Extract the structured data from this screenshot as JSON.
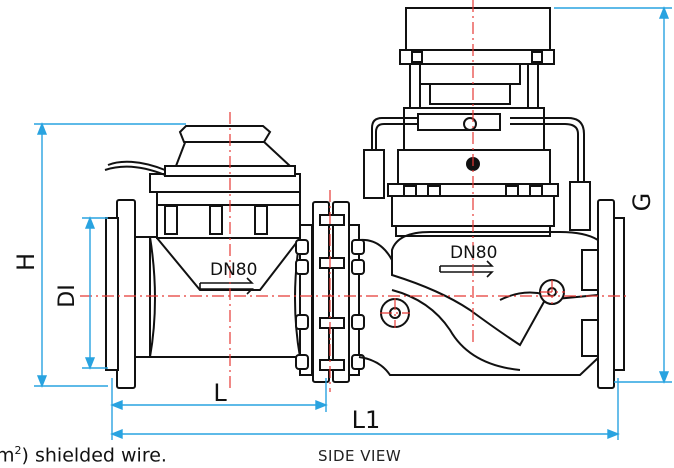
{
  "diagram": {
    "left_meter": {
      "size_label": "DN80"
    },
    "right_valve": {
      "size_label": "DN80"
    },
    "dimensions": {
      "h": "H",
      "dl": "DI",
      "l": "L",
      "l1": "L1",
      "g": "G"
    },
    "view_caption": "SIDE VIEW"
  },
  "text_fragment": {
    "before": "m",
    "sup": "2",
    "after": ") shielded wire."
  },
  "colors": {
    "outline": "#111111",
    "centerline": "#e53935",
    "dimension": "#29a3e0"
  }
}
